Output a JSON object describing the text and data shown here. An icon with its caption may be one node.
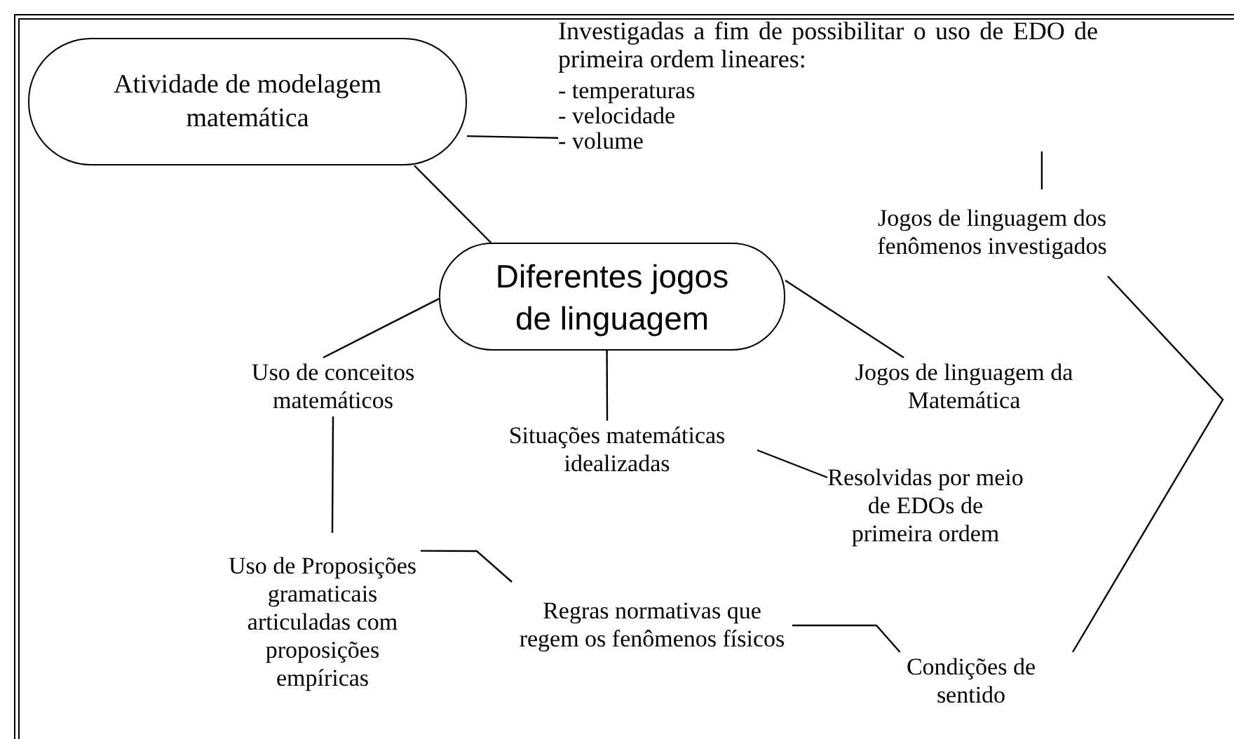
{
  "diagram": {
    "nodes": [
      {
        "text": [
          "Atividade de modelagem matemática"
        ]
      },
      {
        "text": [
          "Investigadas a fim de possibilitar o uso de EDO de primeira ordem lineares:",
          "- temperaturas",
          "- velocidade",
          "- volume"
        ]
      },
      {
        "text": [
          "Jogos de linguagem dos fenômenos investigados"
        ]
      },
      {
        "text": [
          "Diferentes jogos de linguagem"
        ]
      },
      {
        "text": [
          "Uso de conceitos matemáticos"
        ]
      },
      {
        "text": [
          "Jogos de linguagem da Matemática"
        ]
      },
      {
        "text": [
          "Situações matemáticas idealizadas"
        ]
      },
      {
        "text": [
          "Resolvidas por meio de EDOs de primeira ordem"
        ]
      },
      {
        "text": [
          "Uso de Proposições gramaticais articuladas com proposições empíricas"
        ]
      },
      {
        "text": [
          "Regras normativas que regem os fenômenos físicos"
        ]
      },
      {
        "text": [
          "Condições de sentido"
        ]
      }
    ],
    "edges": [
      {
        "from": 0,
        "to": 1,
        "arrow": "none"
      },
      {
        "from": 1,
        "to": 2,
        "arrow": "none"
      },
      {
        "from": 0,
        "to": 3,
        "arrow": "none"
      },
      {
        "from": 3,
        "to": 4,
        "arrow": "none"
      },
      {
        "from": 3,
        "to": 5,
        "arrow": "none"
      },
      {
        "from": 3,
        "to": 6,
        "arrow": "none"
      },
      {
        "from": 6,
        "to": 7,
        "arrow": "none"
      },
      {
        "from": 4,
        "to": 8,
        "arrow": "none"
      },
      {
        "from": 8,
        "to": 9,
        "arrow": "none"
      },
      {
        "from": 9,
        "to": 10,
        "arrow": "none"
      },
      {
        "from": 10,
        "to": 2,
        "arrow": "none"
      }
    ]
  }
}
